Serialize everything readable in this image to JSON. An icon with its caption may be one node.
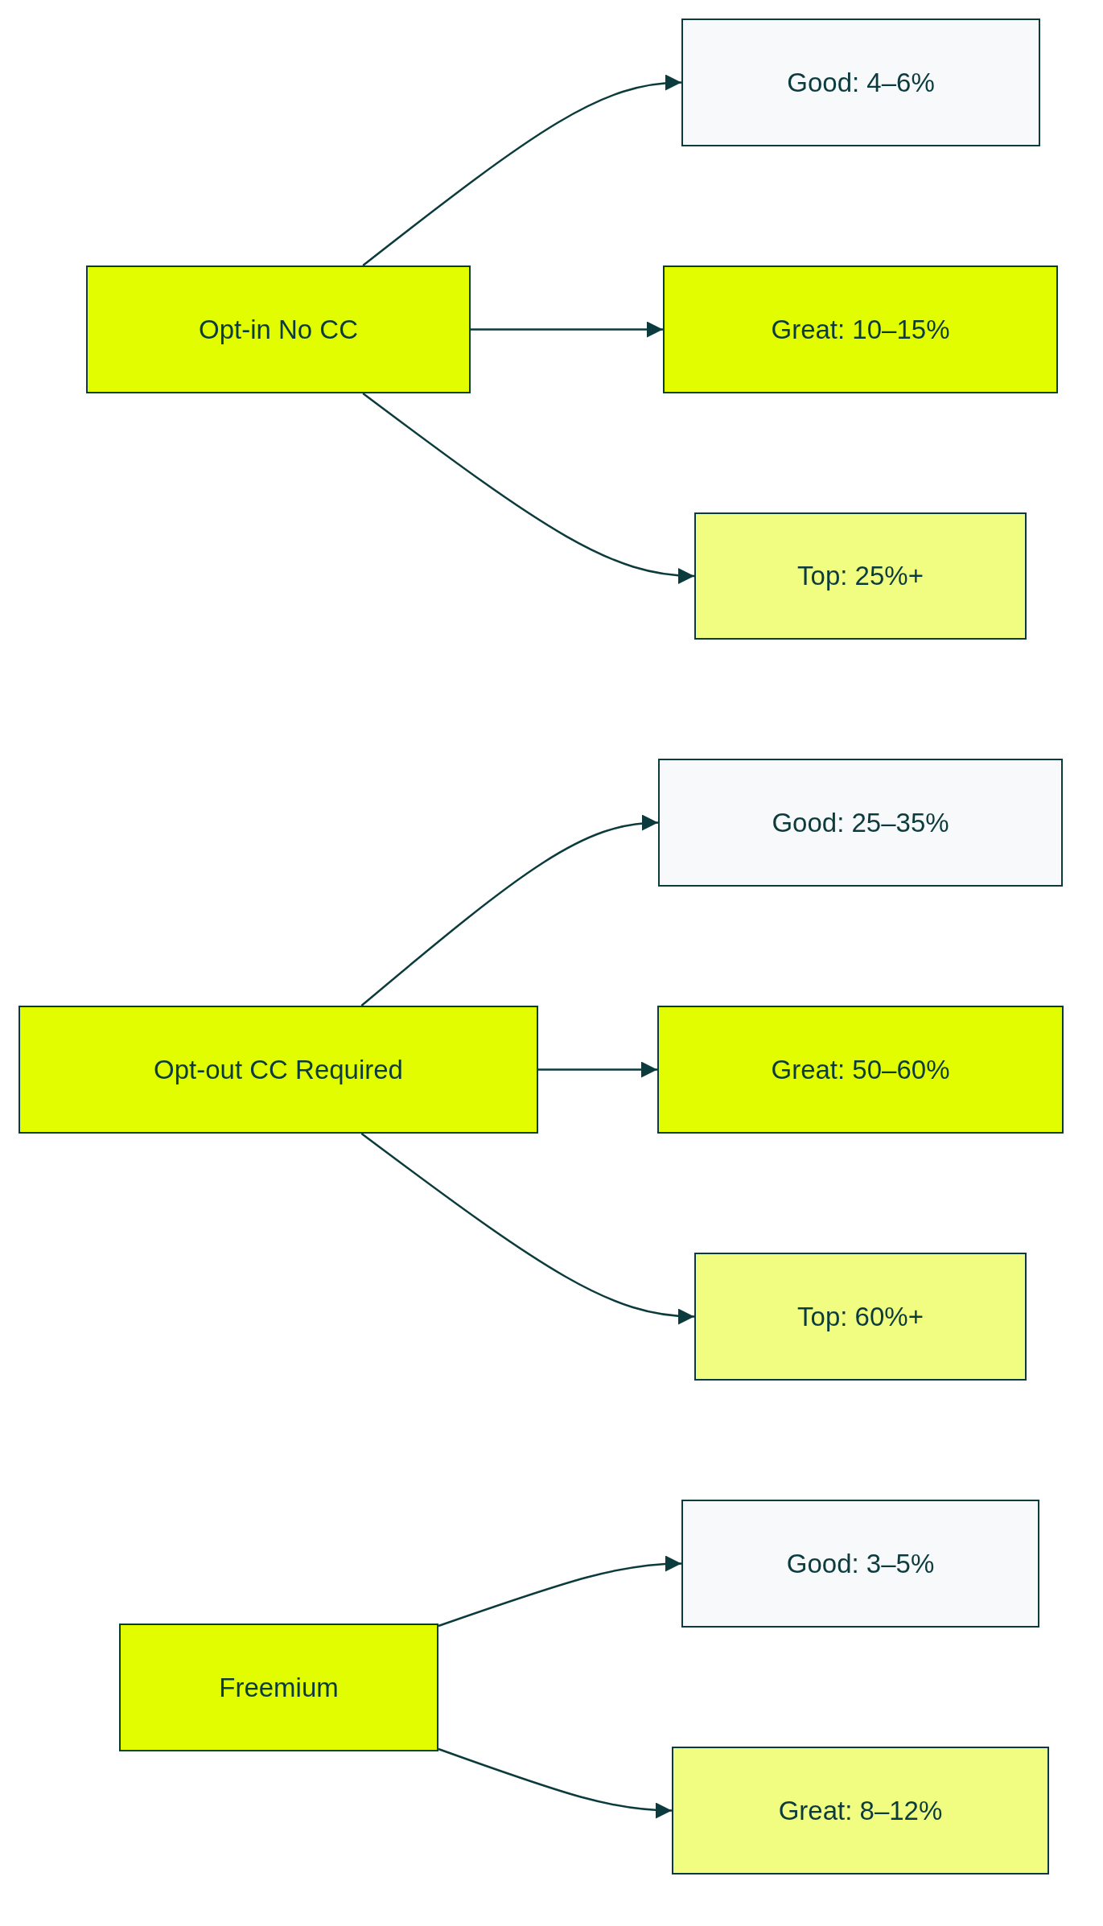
{
  "diagram": {
    "nodes": [
      {
        "text": [
          "Opt-in No CC"
        ]
      },
      {
        "text": [
          "Good: 4–6%"
        ]
      },
      {
        "text": [
          "Great: 10–15%"
        ]
      },
      {
        "text": [
          "Top: 25%+"
        ]
      },
      {
        "text": [
          "Opt-out CC Required"
        ]
      },
      {
        "text": [
          "Good: 25–35%"
        ]
      },
      {
        "text": [
          "Great: 50–60%"
        ]
      },
      {
        "text": [
          "Top: 60%+"
        ]
      },
      {
        "text": [
          "Freemium"
        ]
      },
      {
        "text": [
          "Good: 3–5%"
        ]
      },
      {
        "text": [
          "Great: 8–12%"
        ]
      }
    ],
    "edges": [
      {
        "from": 0,
        "to": 1,
        "arrow": "to"
      },
      {
        "from": 0,
        "to": 2,
        "arrow": "to"
      },
      {
        "from": 0,
        "to": 3,
        "arrow": "to"
      },
      {
        "from": 4,
        "to": 5,
        "arrow": "to"
      },
      {
        "from": 4,
        "to": 6,
        "arrow": "to"
      },
      {
        "from": 4,
        "to": 7,
        "arrow": "to"
      },
      {
        "from": 8,
        "to": 9,
        "arrow": "to"
      },
      {
        "from": 8,
        "to": 10,
        "arrow": "to"
      }
    ]
  }
}
